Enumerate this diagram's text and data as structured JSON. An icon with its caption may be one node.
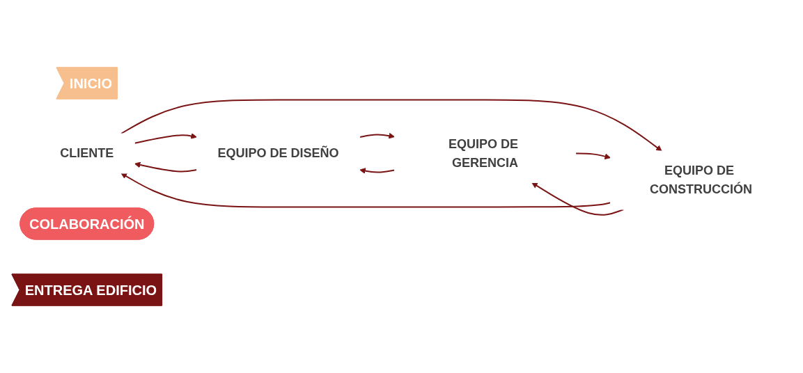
{
  "diagram": {
    "nodes": [
      {
        "text": [
          "INICIO"
        ]
      },
      {
        "text": [
          "CLIENTE"
        ]
      },
      {
        "text": [
          "EQUIPO DE DISEÑO"
        ]
      },
      {
        "text": [
          "COLABORACIÓN"
        ]
      },
      {
        "text": [
          "EQUIPO DE CONSTRUCCIÓN"
        ]
      },
      {
        "text": [
          "EQUIPO DE GERENCIA"
        ]
      },
      {
        "text": [
          "ENTREGA EDIFICIO"
        ]
      }
    ],
    "edges": [
      {
        "from": 2,
        "to": 1,
        "arrow": "to"
      },
      {
        "from": 1,
        "to": 2,
        "arrow": "to"
      },
      {
        "from": 1,
        "to": 4,
        "arrow": "to"
      },
      {
        "from": 4,
        "to": 1,
        "arrow": "to"
      },
      {
        "from": 5,
        "to": 2,
        "arrow": "to"
      },
      {
        "from": 2,
        "to": 5,
        "arrow": "to"
      },
      {
        "from": 4,
        "to": 5,
        "arrow": "to"
      },
      {
        "from": 5,
        "to": 4,
        "arrow": "to"
      }
    ]
  }
}
